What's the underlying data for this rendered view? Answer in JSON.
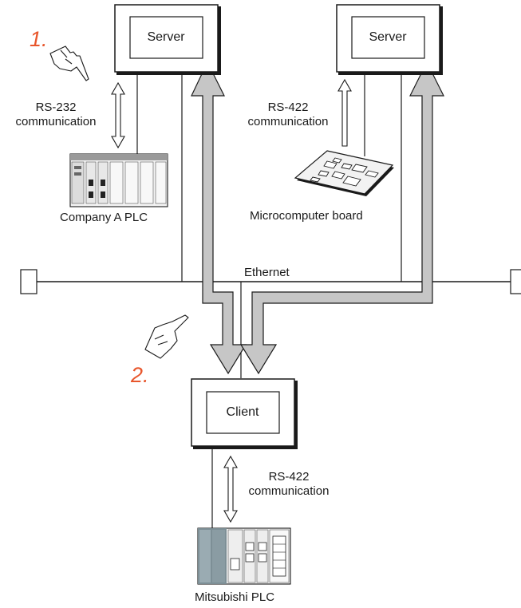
{
  "servers": [
    {
      "label": "Server"
    },
    {
      "label": "Server"
    }
  ],
  "client": {
    "label": "Client"
  },
  "steps": {
    "one": "1.",
    "two": "2."
  },
  "links": {
    "rs232": {
      "line1": "RS-232",
      "line2": "communication"
    },
    "rs422_micro": {
      "line1": "RS-422",
      "line2": "communication"
    },
    "rs422_client": {
      "line1": "RS-422",
      "line2": "communication"
    }
  },
  "devices": {
    "company_a_plc": "Company A PLC",
    "microcomputer_board": "Microcomputer board",
    "mitsubishi_plc": "Mitsubishi PLC"
  },
  "network": {
    "label": "Ethernet"
  },
  "colors": {
    "line": "#1a1a1a",
    "arrow_fill": "#c6c6c6",
    "step_number": "#e8562c",
    "box_fill": "#ffffff"
  }
}
